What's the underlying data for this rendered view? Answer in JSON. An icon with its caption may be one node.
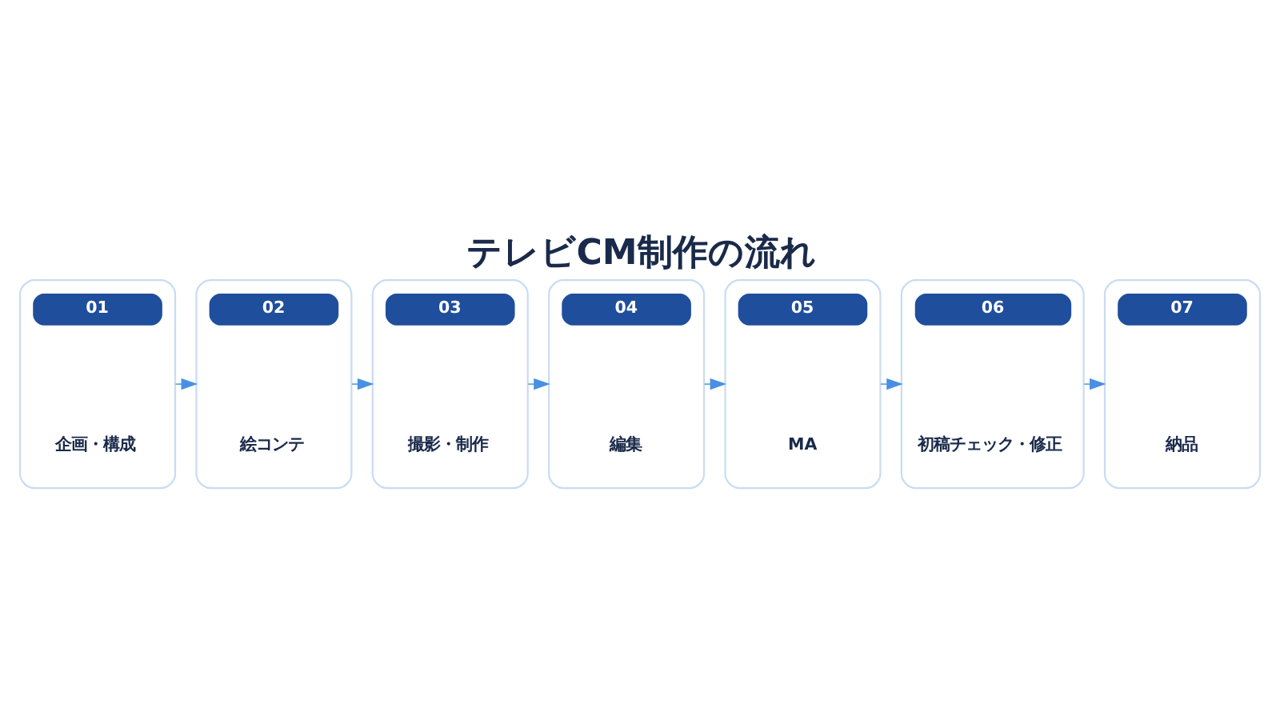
{
  "diagram": {
    "title": "テレビCM制作の流れ",
    "nodes": [
      {
        "text": [
          "01",
          "企画・構成"
        ]
      },
      {
        "text": [
          "02",
          "絵コンテ"
        ]
      },
      {
        "text": [
          "03",
          "撮影・制作"
        ]
      },
      {
        "text": [
          "04",
          "編集"
        ]
      },
      {
        "text": [
          "05",
          "MA"
        ]
      },
      {
        "text": [
          "06",
          "初稿チェック・修正"
        ]
      },
      {
        "text": [
          "07",
          "納品"
        ]
      }
    ],
    "edges": [
      {
        "from": 0,
        "to": 1,
        "arrow": "to"
      },
      {
        "from": 1,
        "to": 2,
        "arrow": "to"
      },
      {
        "from": 2,
        "to": 3,
        "arrow": "to"
      },
      {
        "from": 3,
        "to": 4,
        "arrow": "to"
      },
      {
        "from": 4,
        "to": 5,
        "arrow": "to"
      },
      {
        "from": 5,
        "to": 6,
        "arrow": "to"
      }
    ]
  }
}
